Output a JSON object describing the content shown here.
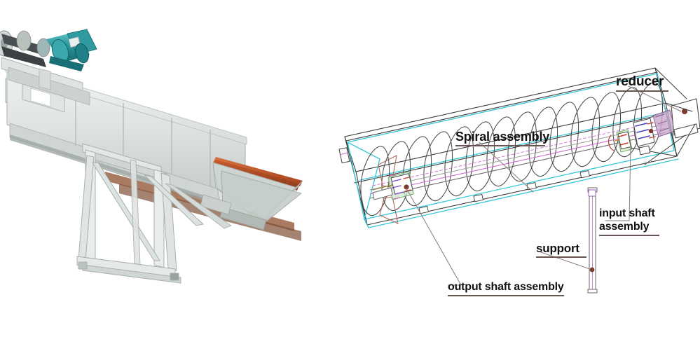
{
  "figure": {
    "title": "Sand washing screw / spiral classifier — photo and exploded schematic",
    "panels": [
      {
        "name": "product-photo",
        "kind": "photograph"
      },
      {
        "name": "technical-diagram",
        "kind": "line-drawing"
      }
    ]
  },
  "callouts": [
    {
      "id": "reducer",
      "text": "reducer",
      "underline": true
    },
    {
      "id": "spiral",
      "text": "Spiral assembly",
      "underline": true
    },
    {
      "id": "input_shaft",
      "line1": "input shaft",
      "line2": "assembly",
      "underline": true
    },
    {
      "id": "support",
      "text": "support",
      "underline": true
    },
    {
      "id": "output_shaft",
      "text": "output shaft assembly",
      "underline": true
    }
  ],
  "colors": {
    "machine_body": "#e2e6e4",
    "machine_body_shade": "#c4cbc8",
    "machine_body_dark": "#a7b0ac",
    "motor_teal": "#2e9aa0",
    "motor_teal_dark": "#1d7176",
    "hopper_rust": "#c8582c",
    "hopper_rust_dark": "#9c4020",
    "belt_dark": "#4a4f52",
    "line_black": "#3a3a3a",
    "line_cyan": "#35c8d8",
    "line_magenta": "#cc6fd0",
    "line_brown": "#b0685a",
    "leader_line": "#8d7c78",
    "dot_marker": "#7a3a2a",
    "label_text": "#111111",
    "label_underline": "#6b5550",
    "background": "#ffffff"
  },
  "photo": {
    "parts": [
      {
        "name": "drive-motor",
        "color_key": "motor_teal"
      },
      {
        "name": "belt-guard",
        "color_key": "belt_dark"
      },
      {
        "name": "trough-body",
        "color_key": "machine_body"
      },
      {
        "name": "discharge-hopper",
        "color_key": "hopper_rust"
      },
      {
        "name": "support-frame",
        "color_key": "machine_body"
      }
    ]
  },
  "diagram": {
    "flight_count": 14,
    "parts": [
      {
        "name": "trough-shell"
      },
      {
        "name": "spiral-flights"
      },
      {
        "name": "center-shaft"
      },
      {
        "name": "output-shaft-bearing"
      },
      {
        "name": "input-shaft-bearing"
      },
      {
        "name": "reducer-gearbox"
      },
      {
        "name": "support-column"
      },
      {
        "name": "cyan-frame-rails"
      }
    ]
  }
}
